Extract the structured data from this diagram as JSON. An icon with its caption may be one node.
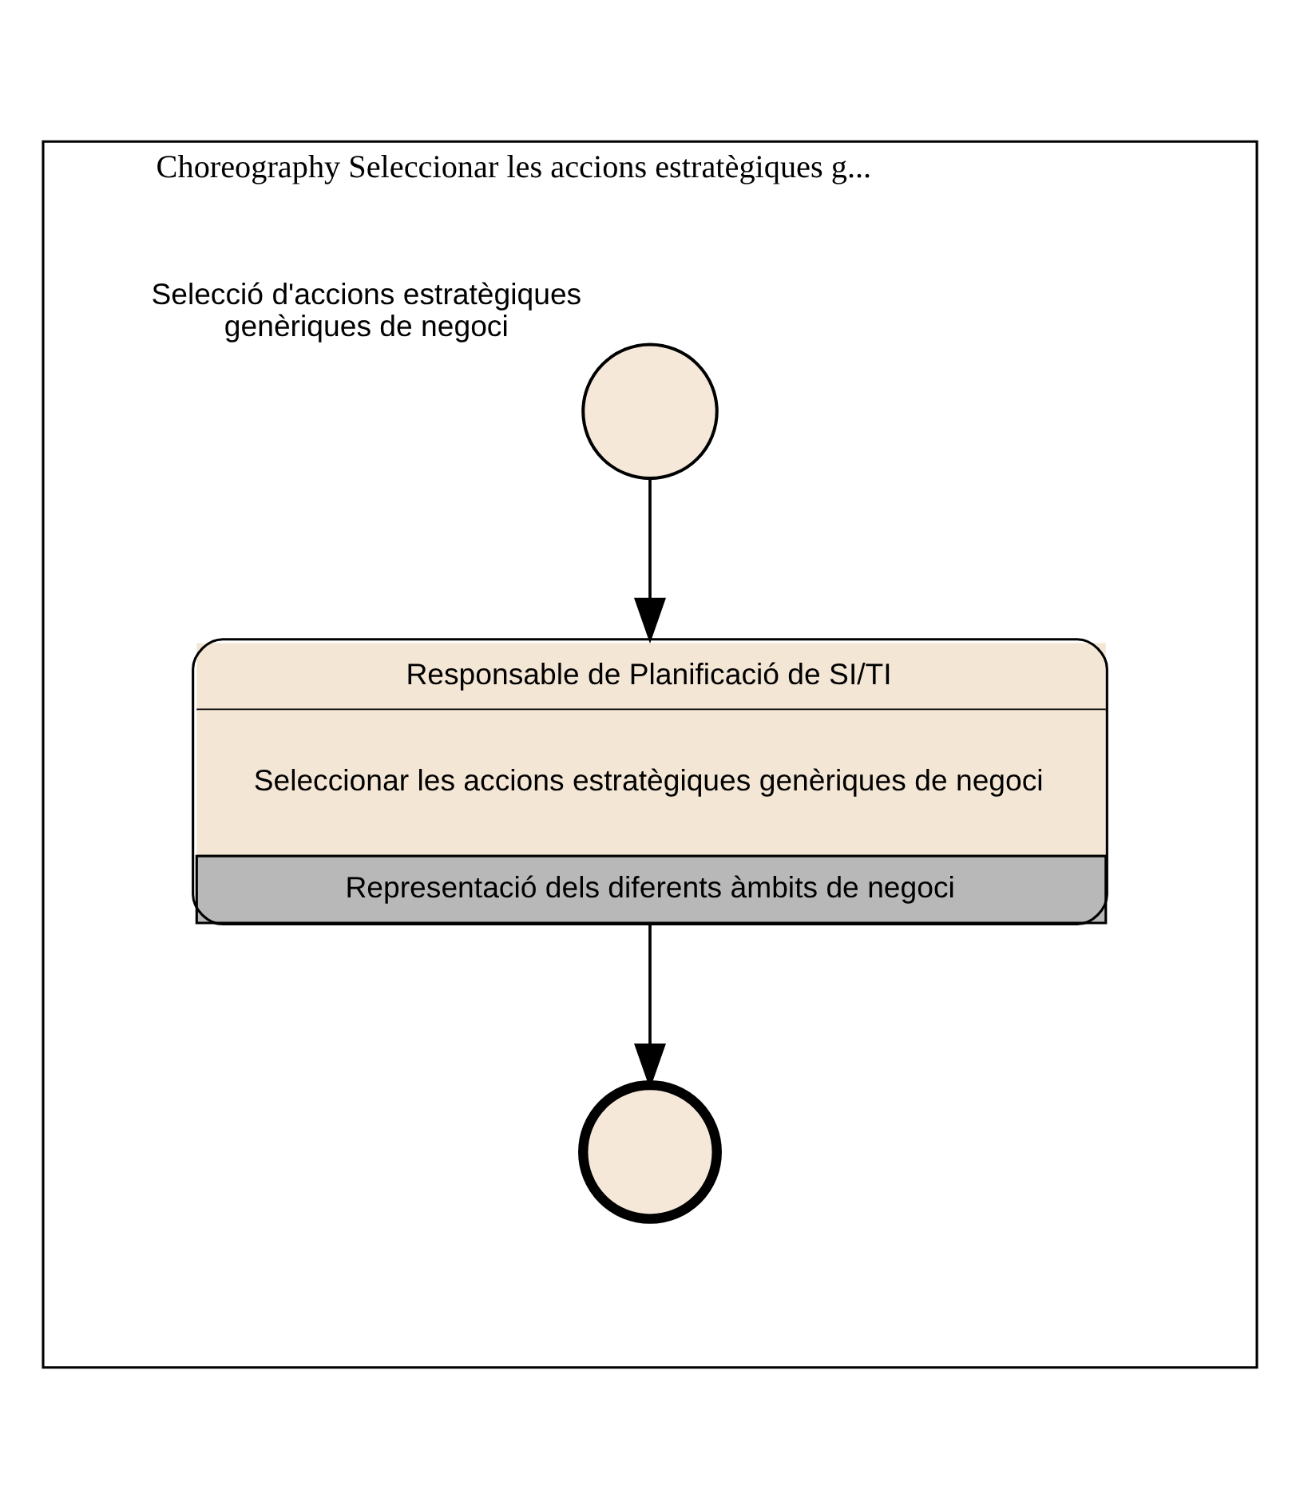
{
  "diagram": {
    "nodes": [
      {
        "text": [
          "Choreography Seleccionar les accions estratègiques g..."
        ]
      },
      {
        "text": [],
        "shape": "circle",
        "in": 0,
        "beside": [
          "Selecció d'accions estratègiques genèriques de negoci"
        ]
      },
      {
        "text": [
          "Responsable de Planificació de SI/TI",
          "Seleccionar les accions estratègiques genèriques de negoci",
          "Representació dels diferents àmbits de negoci"
        ],
        "in": 0
      },
      {
        "text": [],
        "shape": "circle",
        "in": 0
      }
    ],
    "edges": [
      {
        "from": 1,
        "to": 2,
        "arrow": "to"
      },
      {
        "from": 2,
        "to": 3,
        "arrow": "to"
      }
    ]
  }
}
